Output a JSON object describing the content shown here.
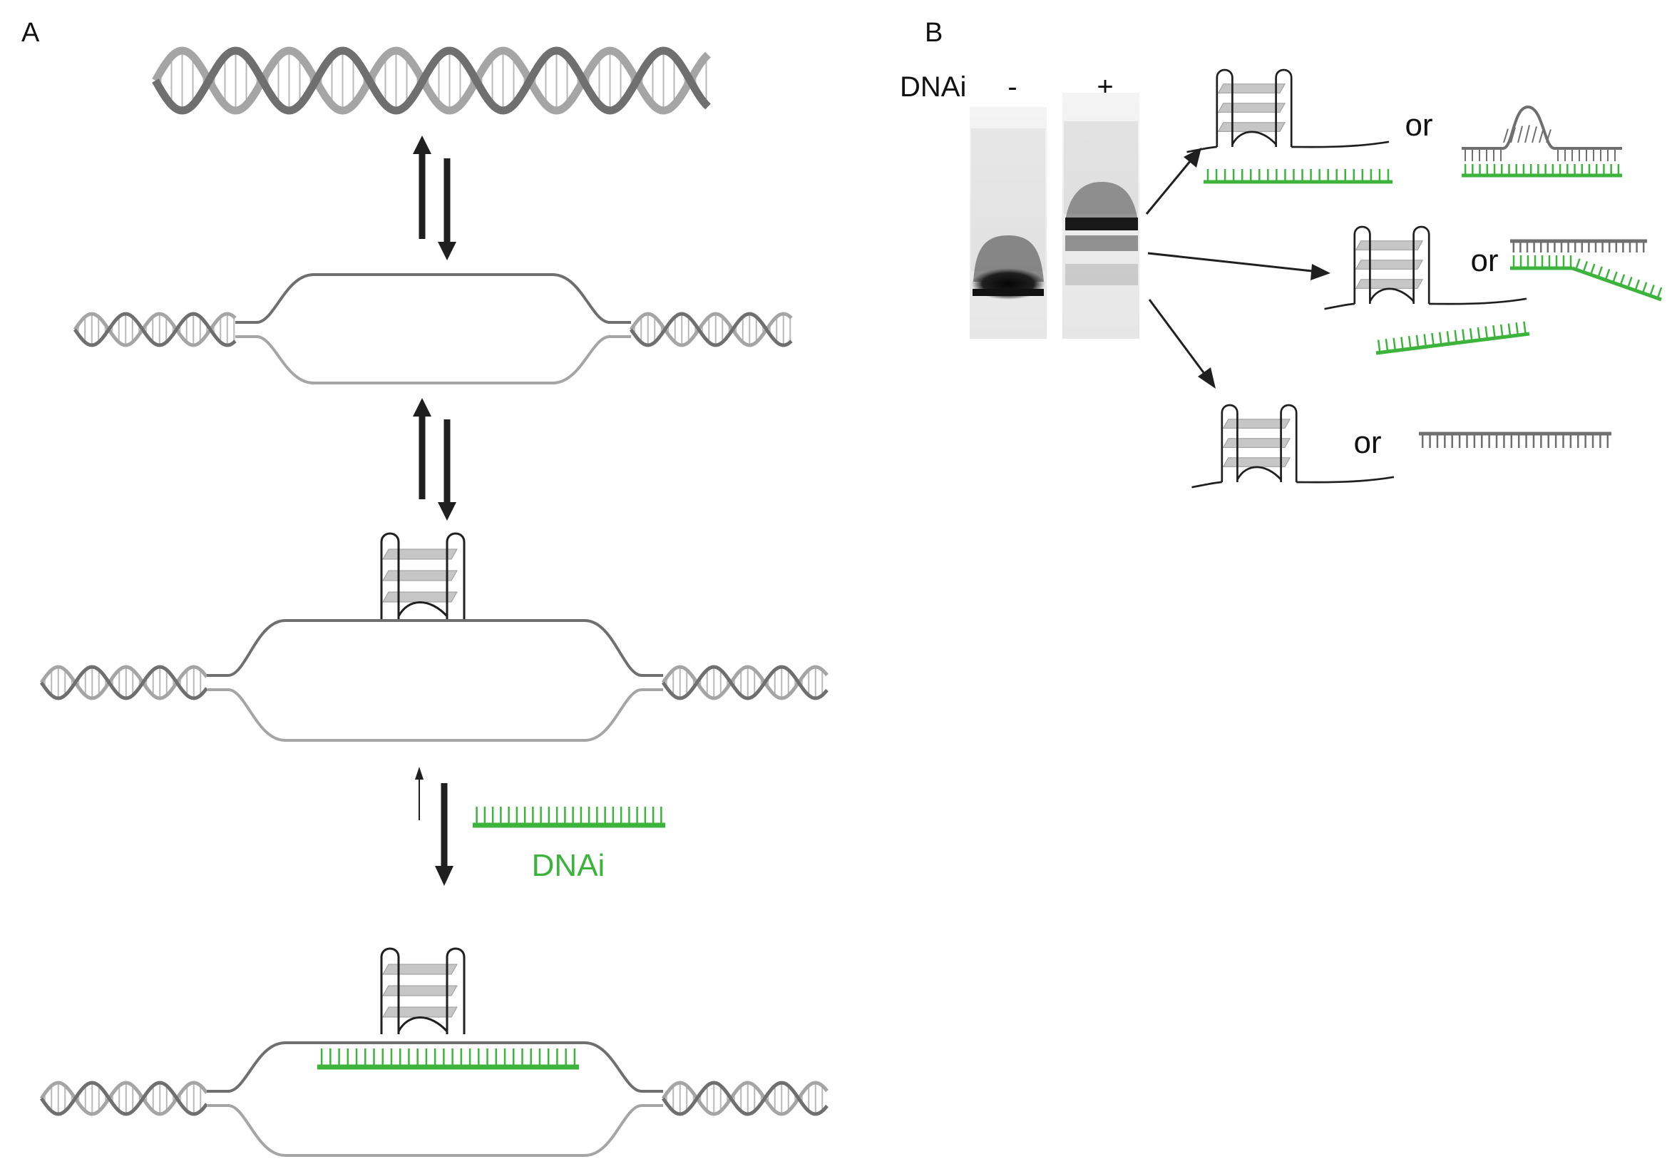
{
  "panels": {
    "a": {
      "label": "A",
      "dnai_label": "DNAi"
    },
    "b": {
      "label": "B",
      "lane_title": "DNAi",
      "lane_minus": "-",
      "lane_plus": "+",
      "or_text": "or"
    }
  },
  "colors": {
    "green": "#3cb43c",
    "dark_gray": "#6f6f6f",
    "light_gray": "#a5a5a5",
    "black": "#1f1f1f",
    "plate": "#c6c6c6"
  },
  "icons": [
    "dna-double-helix-icon",
    "dna-bubble-icon",
    "g-quadruplex-icon",
    "dnai-oligo-icon",
    "gel-image-icon",
    "equilibrium-arrows-icon"
  ]
}
